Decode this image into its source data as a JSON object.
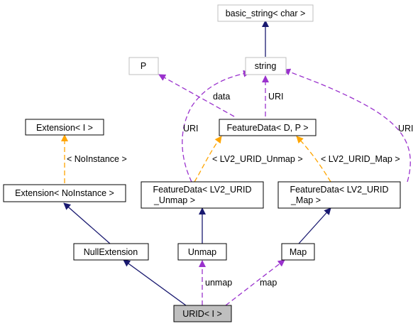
{
  "nodes": {
    "basic_string": "basic_string< char >",
    "p": "P",
    "string": "string",
    "extension_i": "Extension< I >",
    "featuredata_dp": "FeatureData< D, P >",
    "extension_noinstance": "Extension< NoInstance >",
    "featuredata_unmap_line1": "FeatureData< LV2_URID",
    "featuredata_unmap_line2": "_Unmap >",
    "featuredata_map_line1": "FeatureData< LV2_URID",
    "featuredata_map_line2": "_Map >",
    "nullextension": "NullExtension",
    "unmap": "Unmap",
    "map": "Map",
    "urid_i": "URID< I >"
  },
  "edge_labels": {
    "data": "data",
    "uri_center": "URI",
    "uri_left": "URI",
    "uri_right": "URI",
    "no_instance": "< NoInstance >",
    "lv2_urid_unmap": "< LV2_URID_Unmap >",
    "lv2_urid_map": "< LV2_URID_Map >",
    "unmap_member": "unmap",
    "map_member": "map"
  },
  "colors": {
    "inheritance": "#191970",
    "usage": "#9a32cd",
    "template": "#ffa500",
    "focus_fill": "#bfbfbf",
    "ghost_border": "#bfbfbf"
  }
}
